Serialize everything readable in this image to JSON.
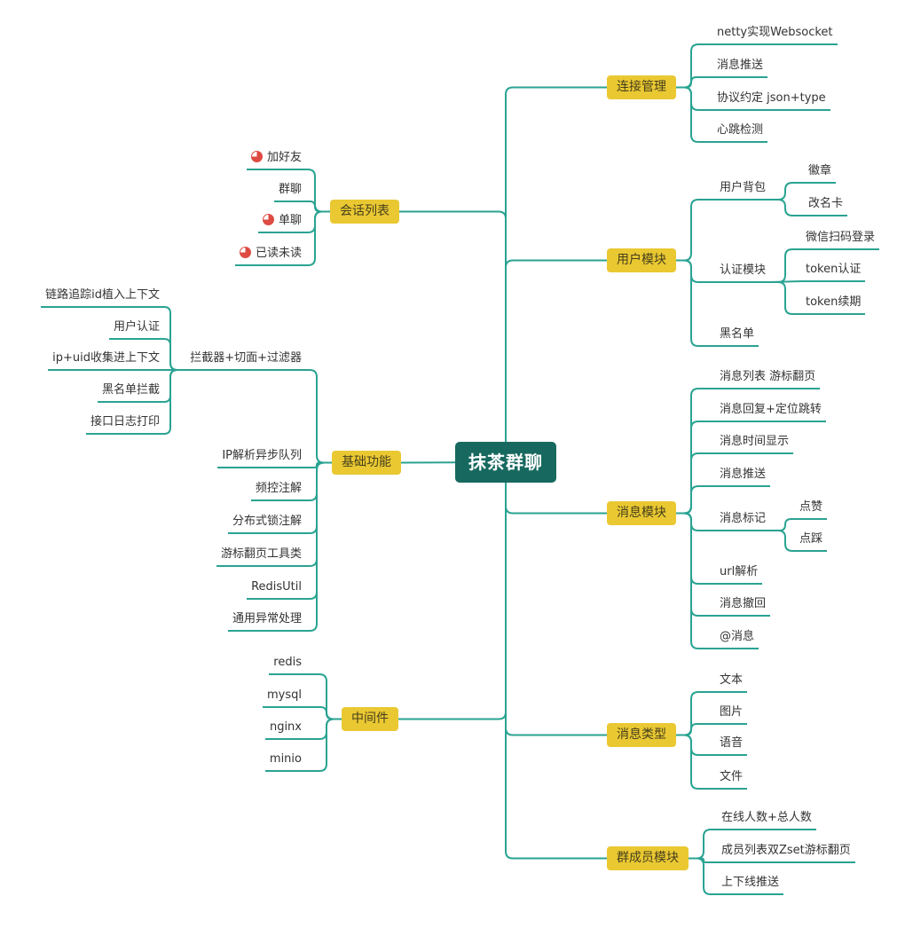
{
  "colors": {
    "line": "#2aa392",
    "root_bg": "#17695f",
    "root_text": "#ffffff",
    "branch_bg": "#eac832",
    "branch_text": "#453f1c",
    "leaf_text": "#333333",
    "icon_red": "#dd4b42"
  },
  "root": {
    "label": "抹茶群聊"
  },
  "right": [
    {
      "label": "连接管理",
      "children": [
        {
          "label": "netty实现Websocket"
        },
        {
          "label": "消息推送"
        },
        {
          "label": "协议约定 json+type"
        },
        {
          "label": "心跳检测"
        }
      ]
    },
    {
      "label": "用户模块",
      "children": [
        {
          "label": "用户背包",
          "children": [
            {
              "label": "徽章"
            },
            {
              "label": "改名卡"
            }
          ]
        },
        {
          "label": "认证模块",
          "children": [
            {
              "label": "微信扫码登录"
            },
            {
              "label": "token认证"
            },
            {
              "label": "token续期"
            }
          ]
        },
        {
          "label": "黑名单"
        }
      ]
    },
    {
      "label": "消息模块",
      "children": [
        {
          "label": "消息列表 游标翻页"
        },
        {
          "label": "消息回复+定位跳转"
        },
        {
          "label": "消息时间显示"
        },
        {
          "label": "消息推送"
        },
        {
          "label": "消息标记",
          "children": [
            {
              "label": "点赞"
            },
            {
              "label": "点踩"
            }
          ]
        },
        {
          "label": "url解析"
        },
        {
          "label": "消息撤回"
        },
        {
          "label": "@消息"
        }
      ]
    },
    {
      "label": "消息类型",
      "children": [
        {
          "label": "文本"
        },
        {
          "label": "图片"
        },
        {
          "label": "语音"
        },
        {
          "label": "文件"
        }
      ]
    },
    {
      "label": "群成员模块",
      "children": [
        {
          "label": "在线人数+总人数"
        },
        {
          "label": "成员列表双Zset游标翻页"
        },
        {
          "label": "上下线推送"
        }
      ]
    }
  ],
  "left": [
    {
      "label": "会话列表",
      "children": [
        {
          "label": "加好友",
          "icon": "pie-progress"
        },
        {
          "label": "群聊"
        },
        {
          "label": "单聊",
          "icon": "pie-progress"
        },
        {
          "label": "已读未读",
          "icon": "pie-progress"
        }
      ]
    },
    {
      "label": "基础功能",
      "children": [
        {
          "label": "拦截器+切面+过滤器",
          "children": [
            {
              "label": "链路追踪id植入上下文"
            },
            {
              "label": "用户认证"
            },
            {
              "label": "ip+uid收集进上下文"
            },
            {
              "label": "黑名单拦截"
            },
            {
              "label": "接口日志打印"
            }
          ]
        },
        {
          "label": "IP解析异步队列"
        },
        {
          "label": "频控注解"
        },
        {
          "label": "分布式锁注解"
        },
        {
          "label": "游标翻页工具类"
        },
        {
          "label": "RedisUtil"
        },
        {
          "label": "通用异常处理"
        }
      ]
    },
    {
      "label": "中间件",
      "children": [
        {
          "label": "redis"
        },
        {
          "label": "mysql"
        },
        {
          "label": "nginx"
        },
        {
          "label": "minio"
        }
      ]
    }
  ]
}
